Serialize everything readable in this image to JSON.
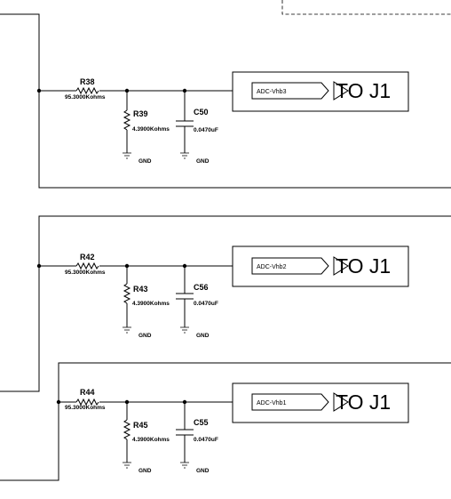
{
  "circuits": [
    {
      "r_series": {
        "ref": "R38",
        "value": "95.3000Kohms"
      },
      "r_shunt": {
        "ref": "R39",
        "value": "4.3900Kohms"
      },
      "cap": {
        "ref": "C50",
        "value": "0.0470uF"
      },
      "gnd_r": "GND",
      "gnd_c": "GND",
      "net_label": "ADC-Vhb3",
      "dest": "TO J1"
    },
    {
      "r_series": {
        "ref": "R42",
        "value": "95.3000Kohms"
      },
      "r_shunt": {
        "ref": "R43",
        "value": "4.3900Kohms"
      },
      "cap": {
        "ref": "C56",
        "value": "0.0470uF"
      },
      "gnd_r": "GND",
      "gnd_c": "GND",
      "net_label": "ADC-Vhb2",
      "dest": "TO J1"
    },
    {
      "r_series": {
        "ref": "R44",
        "value": "95.3000Kohms"
      },
      "r_shunt": {
        "ref": "R45",
        "value": "4.3900Kohms"
      },
      "cap": {
        "ref": "C55",
        "value": "0.0470uF"
      },
      "gnd_r": "GND",
      "gnd_c": "GND",
      "net_label": "ADC-Vhb1",
      "dest": "TO J1"
    }
  ]
}
